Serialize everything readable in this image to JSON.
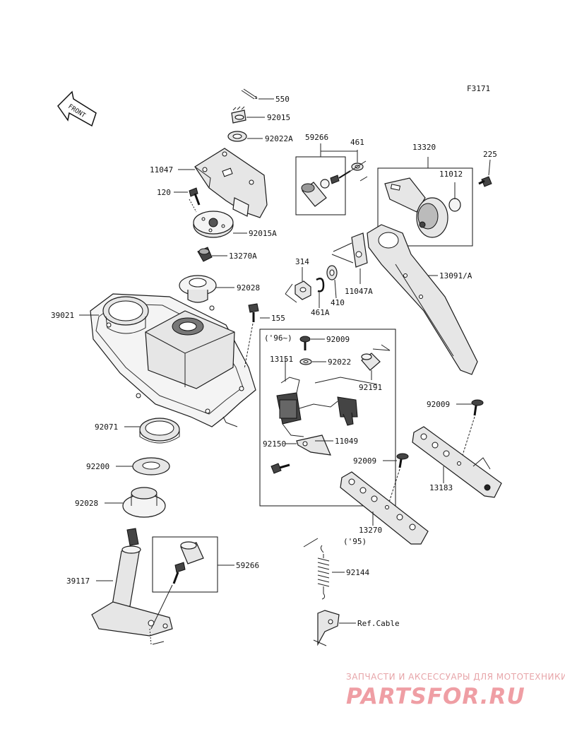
{
  "figure_code": "F3171",
  "front_label": "FRONT",
  "labels": {
    "p550": "550",
    "p92015": "92015",
    "p92022A": "92022A",
    "p11047": "11047",
    "p120": "120",
    "p92015A": "92015A",
    "p13270A": "13270A",
    "p92028a": "92028",
    "p39021": "39021",
    "p155": "155",
    "p92071": "92071",
    "p92200": "92200",
    "p92028b": "92028",
    "p39117": "39117",
    "p59266a": "59266",
    "p461": "461",
    "p59266b": "59266",
    "p13320": "13320",
    "p225": "225",
    "p11012": "11012",
    "p314": "314",
    "p461A": "461A",
    "p410": "410",
    "p11047A": "11047A",
    "p13091A": "13091/A",
    "p96": "('96~)",
    "p92009a": "92009",
    "p13151": "13151",
    "p92022": "92022",
    "p92191": "92191",
    "p92150": "92150",
    "p11049": "11049",
    "p92009b": "92009",
    "p13183": "13183",
    "p92009c": "92009",
    "p13270": "13270",
    "p95": "('95)",
    "p92144": "92144",
    "refcable": "Ref.Cable"
  },
  "watermark": {
    "line1": "ЗАПЧАСТИ И АКСЕССУАРЫ ДЛЯ МОТОТЕХНИКИ",
    "line2": "PARTSFOR.RU",
    "color": "#e8a0a6"
  }
}
